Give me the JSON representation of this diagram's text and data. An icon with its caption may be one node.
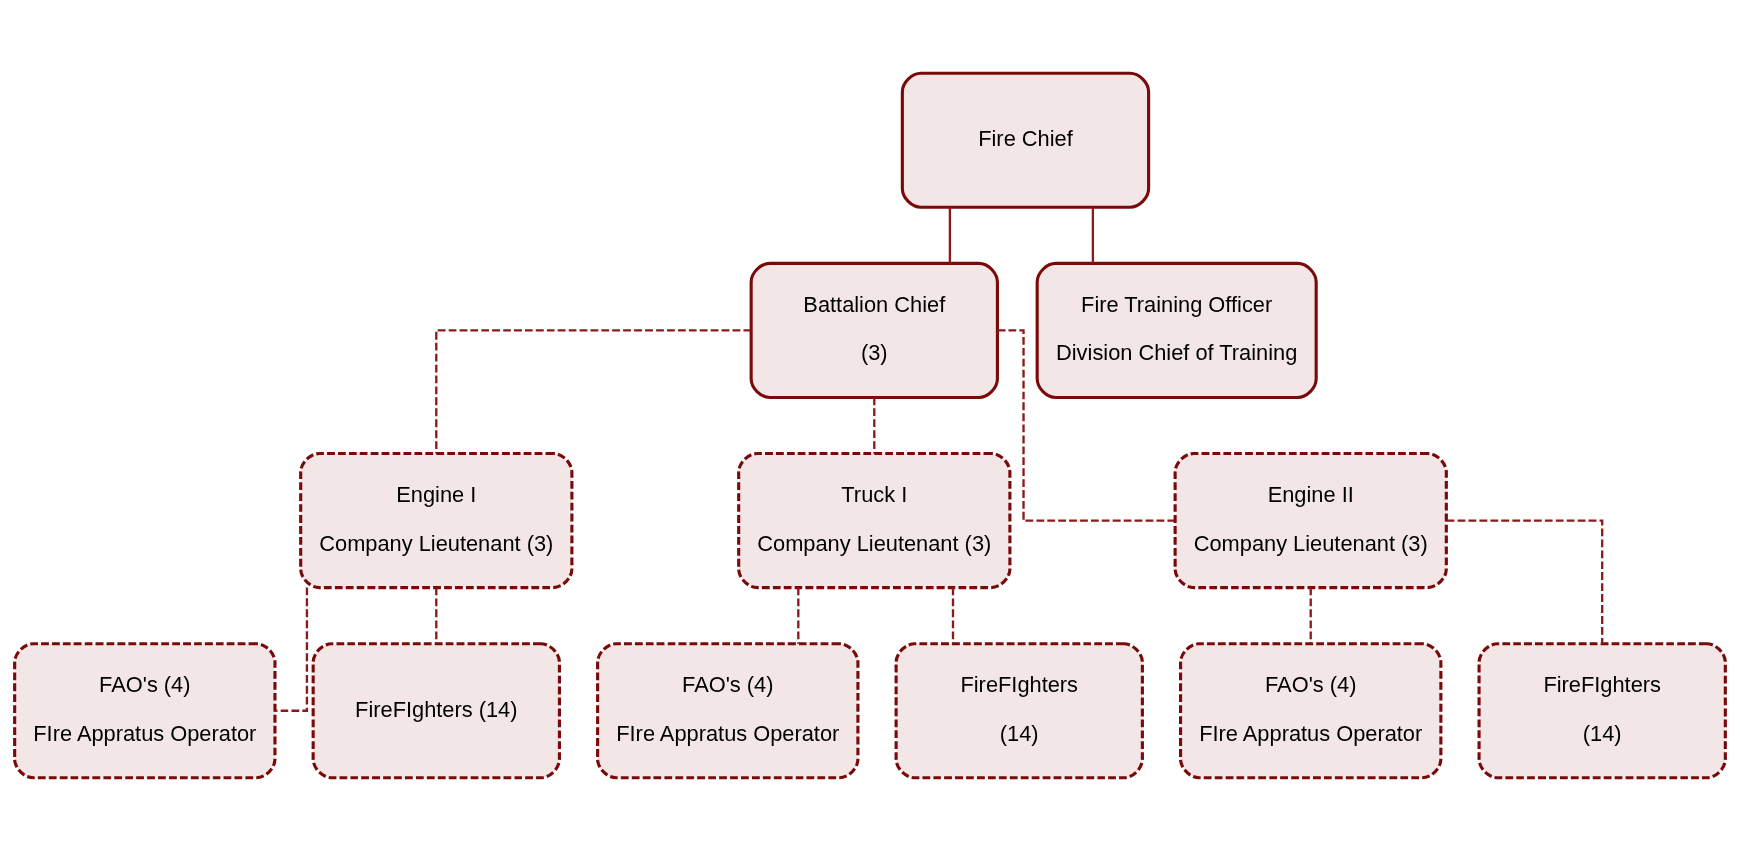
{
  "diagram": {
    "nodes": [
      {
        "text": [
          "Fire Chief"
        ]
      },
      {
        "text": [
          "Battalion Chief",
          "(3)"
        ]
      },
      {
        "text": [
          "Fire Training Officer",
          "Division Chief of Training"
        ]
      },
      {
        "text": [
          "Engine I",
          "Company Lieutenant (3)"
        ]
      },
      {
        "text": [
          "Truck I",
          "Company Lieutenant (3)"
        ]
      },
      {
        "text": [
          "Engine II",
          "Company Lieutenant (3)"
        ]
      },
      {
        "text": [
          "FAO's (4)",
          "FIre Appratus Operator"
        ]
      },
      {
        "text": [
          "FireFIghters (14)"
        ]
      },
      {
        "text": [
          "FAO's (4)",
          "FIre Appratus Operator"
        ]
      },
      {
        "text": [
          "FireFIghters",
          "(14)"
        ]
      },
      {
        "text": [
          "FAO's (4)",
          "FIre Appratus Operator"
        ]
      },
      {
        "text": [
          "FireFIghters",
          "(14)"
        ]
      }
    ],
    "edges": [
      {
        "from": 0,
        "to": 1,
        "arrow": "none"
      },
      {
        "from": 0,
        "to": 2,
        "arrow": "none"
      },
      {
        "from": 1,
        "to": 3,
        "arrow": "none",
        "style": "dashed"
      },
      {
        "from": 1,
        "to": 4,
        "arrow": "none",
        "style": "dashed"
      },
      {
        "from": 1,
        "to": 5,
        "arrow": "none",
        "style": "dashed"
      },
      {
        "from": 3,
        "to": 6,
        "arrow": "none",
        "style": "dashed"
      },
      {
        "from": 3,
        "to": 7,
        "arrow": "none",
        "style": "dashed"
      },
      {
        "from": 4,
        "to": 8,
        "arrow": "none",
        "style": "dashed"
      },
      {
        "from": 4,
        "to": 9,
        "arrow": "none",
        "style": "dashed"
      },
      {
        "from": 5,
        "to": 10,
        "arrow": "none",
        "style": "dashed"
      },
      {
        "from": 5,
        "to": 11,
        "arrow": "none",
        "style": "dashed"
      }
    ]
  }
}
